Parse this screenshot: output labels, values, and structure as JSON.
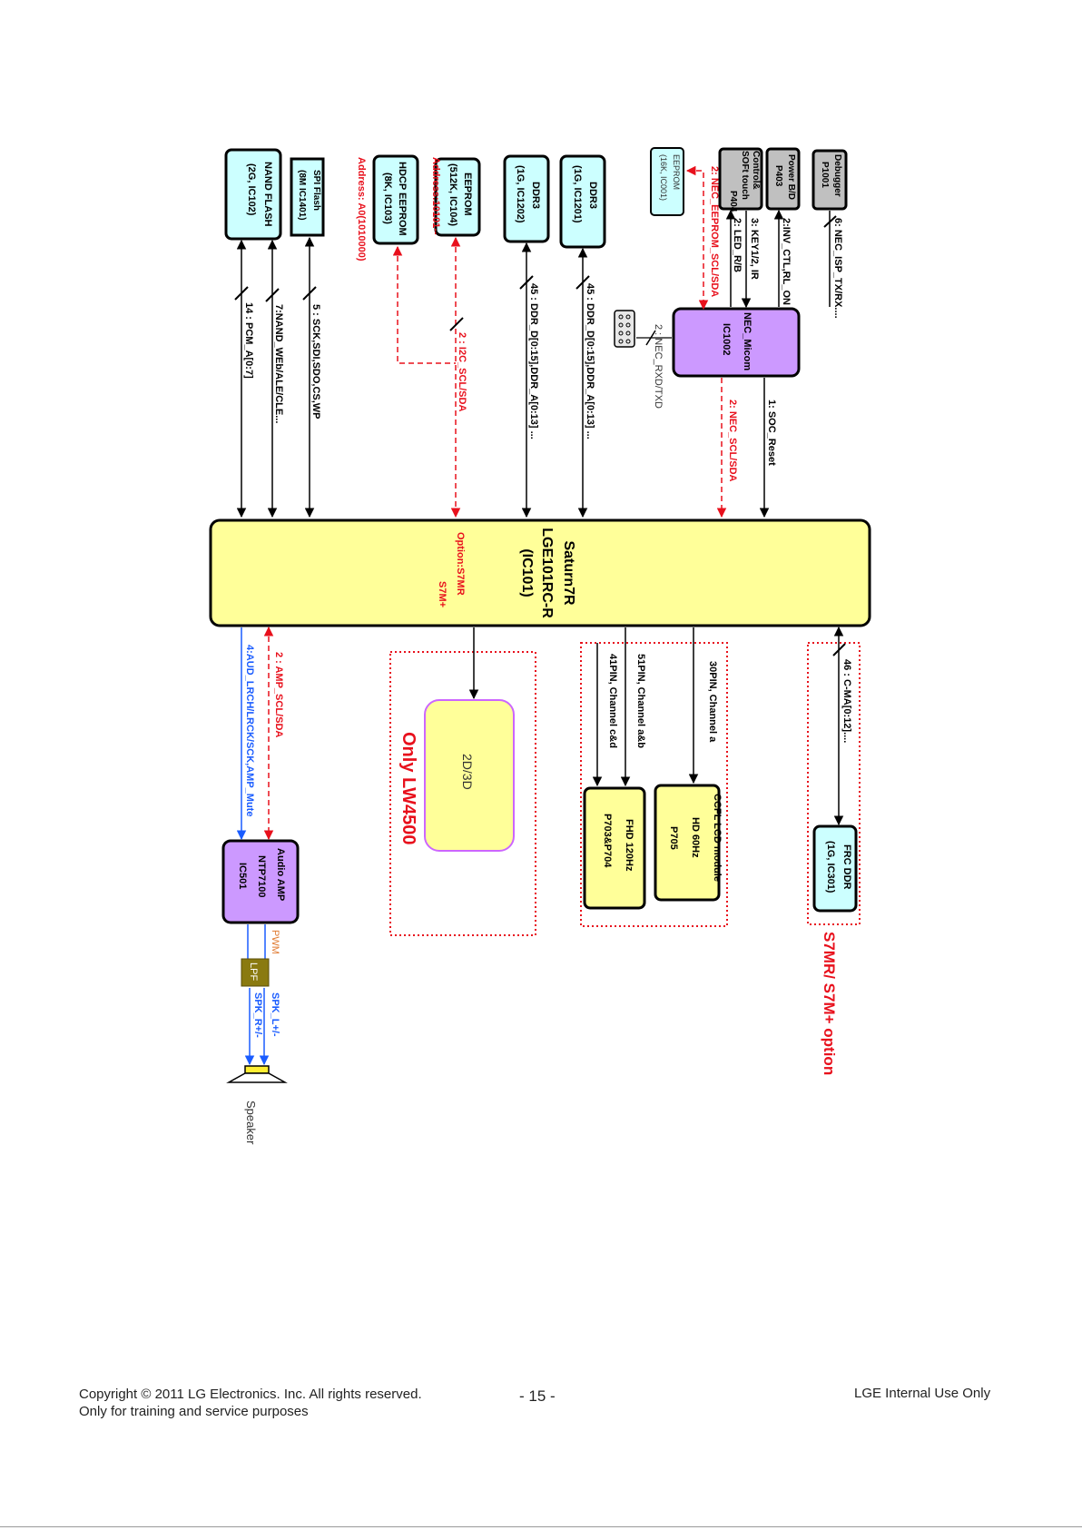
{
  "colors": {
    "soc_fill": "#ffff99",
    "chip_fill": "#ccffff",
    "micom_fill": "#cc99ff",
    "ext_fill": "#c0c0c0",
    "signal_red": "#e8101c",
    "signal_blue": "#1a5cff",
    "option_box": "#e8101c",
    "lpf_fill": "#8a7a10"
  },
  "soc": {
    "name": "Saturn7R",
    "part": "LGE101RC-R",
    "ref": "(IC101)",
    "option_line1": "Option:S7MR",
    "option_line2": "S7M+"
  },
  "top_components": {
    "nand_flash": {
      "line1": "NAND FLASH",
      "line2": "(2G, IC102)"
    },
    "spi_flash": {
      "line1": "SPI Flash",
      "line2": "(8M IC1401)"
    },
    "hdcp_eeprom": {
      "line1": "HDCP EEPROM",
      "line2": "(8K, IC103)"
    },
    "eeprom": {
      "line1": "EEPROM",
      "line2": "(512K, IC104)"
    },
    "ddr3_a": {
      "line1": "DDR3",
      "line2": "(1G, IC1202)"
    },
    "ddr3_b": {
      "line1": "DDR3",
      "line2": "(1G, IC1201)"
    },
    "micom_eeprom": {
      "line1": "EEPROM",
      "line2": "(16K, IC001)"
    },
    "control": {
      "line1": "Control&",
      "line2": "SOFt touch",
      "line3": "P404"
    },
    "power_bd": {
      "line1": "Power B/D",
      "line2": "P403"
    },
    "debugger": {
      "line1": "Debugger",
      "line2": "P1001"
    },
    "micom": {
      "line1": "NEC_Micom",
      "line2": "IC1002"
    }
  },
  "addresses": {
    "eeprom_address": "Address:10101--",
    "hdcp_address": "Address: A0(1010000)"
  },
  "signals": {
    "pcm": "14 : PCM_A[0:7]",
    "nand": "7:NAND_WEb/ALE/CLE...",
    "spi": "5 : SCK,SDI,SDO,CS,WP",
    "i2c": "2 : I2C_SCL/SDA",
    "ddr_a": "45 : DDR_D[0:15],DDR_A[0:13] ...",
    "ddr_b": "45 : DDR_D[0:15],DDR_A[0:13] ...",
    "nec_scl": "2: NEC_SCL/SDA",
    "soc_reset": "1: SOC_Reset",
    "nec_rxd": "2 : NEC_RXD/TXD",
    "nec_eeprom": "2: NEC_EEPROM_SCL/SDA",
    "led": "2: LED_R/B",
    "key": "3: KEY1/2, IR",
    "inv": "2:INV_CTL,RL_ON",
    "isp": "6: NEC_ISP_TX/RX....",
    "amp_scl": "2 : AMP_SCL/SDA",
    "aud": "4:AUD_LRCH/LRCK/SCK,AMP_Mute",
    "cma": "46 : C-MA[0:12]....",
    "pin30": "30PIN, Channel a",
    "pin51": "51PIN, Channel a&b",
    "pin41": "41PIN, Channel c&d",
    "pwm": "PWM",
    "spk_l": "SPK_L+/-",
    "spk_r": "SPK_R+/-"
  },
  "bottom_components": {
    "audio_amp": {
      "line1": "Audio AMP",
      "line2": "NTP7100",
      "line3": "IC501"
    },
    "lpf": "LPF",
    "speaker": "Speaker",
    "twod3d": "2D/3D",
    "ccfl": {
      "line1": "CCFL LCD module",
      "line2": "HD 60Hz",
      "line3": "P705"
    },
    "fhd": {
      "line1": "FHD 120Hz",
      "line2": "P703&P704"
    },
    "frc_ddr": {
      "line1": "FRC DDR",
      "line2": "(1G, IC301)"
    }
  },
  "option_labels": {
    "lw4500": "Only LW4500",
    "s7m": "S7MR/ S7M+ option"
  },
  "footer": {
    "copyright": "Copyright © 2011 LG Electronics. Inc. All rights reserved.",
    "purpose": "Only for training and service purposes",
    "page": "- 15 -",
    "internal": "LGE Internal Use Only"
  }
}
